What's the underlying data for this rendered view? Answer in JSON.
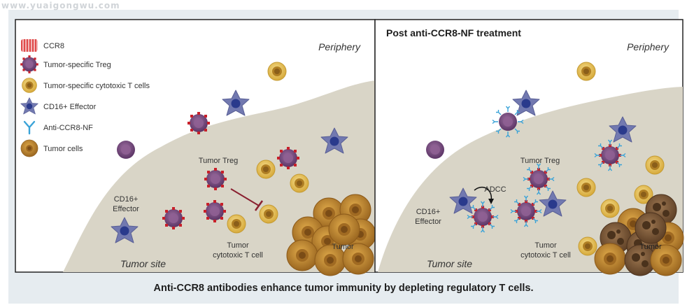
{
  "watermark": "www.yuaigongwu.com",
  "caption": "Anti-CCR8 antibodies enhance tumor immunity by depleting regulatory T cells.",
  "legend": [
    {
      "icon": "ccr8-receptor-icon",
      "label": "CCR8"
    },
    {
      "icon": "treg-cell-icon",
      "label": "Tumor-specific Treg"
    },
    {
      "icon": "cytotoxic-t-cell-icon",
      "label": "Tumor-specific cytotoxic T cells"
    },
    {
      "icon": "cd16-effector-icon",
      "label": "CD16+ Effector"
    },
    {
      "icon": "antibody-icon",
      "label": "Anti-CCR8-NF"
    },
    {
      "icon": "tumor-cell-icon",
      "label": "Tumor cells"
    }
  ],
  "left_panel": {
    "periphery": "Periphery",
    "tumor_site": "Tumor site",
    "tumor_treg": "Tumor Treg",
    "cd16_line1": "CD16+",
    "cd16_line2": "Effector",
    "cytotoxic_line1": "Tumor",
    "cytotoxic_line2": "cytotoxic T cell",
    "tumor": "Tumor"
  },
  "right_panel": {
    "title": "Post anti-CCR8-NF treatment",
    "periphery": "Periphery",
    "tumor_site": "Tumor site",
    "tumor_treg": "Tumor Treg",
    "adcc": "ADCC",
    "cd16_line1": "CD16+",
    "cd16_line2": "Effector",
    "cytotoxic_line1": "Tumor",
    "cytotoxic_line2": "cytotoxic T cell",
    "tumor": "Tumor"
  },
  "colors": {
    "background": "#e6ecf0",
    "panel": "#ffffff",
    "tissue": "#d9d5c7",
    "treg": "#7a4f7e",
    "ccr8": "#c8202a",
    "cytotoxic": "#e2b84a",
    "effector": "#7279b0",
    "antibody": "#3aa3d8",
    "tumor": "#c08a2c"
  }
}
